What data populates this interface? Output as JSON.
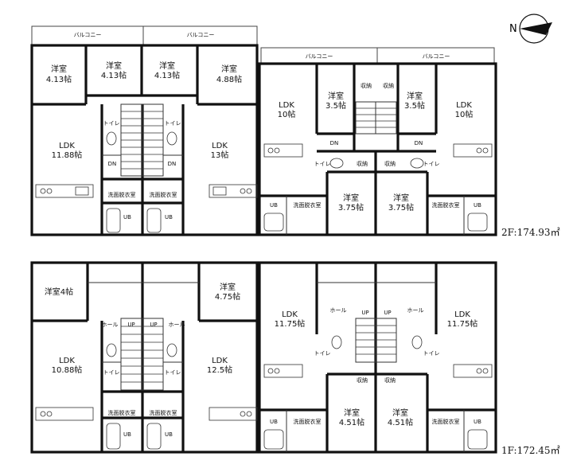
{
  "compass": {
    "label": "N"
  },
  "floors": [
    {
      "area_label": "2F:174.93㎡",
      "balconies": [
        "バルコニー",
        "バルコニー",
        "バルコニー",
        "バルコニー"
      ],
      "rooms": [
        {
          "name": "洋室",
          "size": "4.13帖"
        },
        {
          "name": "洋室",
          "size": "4.13帖"
        },
        {
          "name": "洋室",
          "size": "4.13帖"
        },
        {
          "name": "洋室",
          "size": "4.88帖"
        },
        {
          "name": "LDK",
          "size": "11.88帖"
        },
        {
          "name": "LDK",
          "size": "13帖"
        },
        {
          "name": "LDK",
          "size": "10帖"
        },
        {
          "name": "洋室",
          "size": "3.5帖"
        },
        {
          "name": "洋室",
          "size": "3.5帖"
        },
        {
          "name": "LDK",
          "size": "10帖"
        },
        {
          "name": "洋室",
          "size": "3.75帖"
        },
        {
          "name": "洋室",
          "size": "3.75帖"
        }
      ],
      "small": [
        "トイレ",
        "トイレ",
        "DN",
        "DN",
        "洗面脱衣室",
        "洗面脱衣室",
        "UB",
        "UB",
        "収納",
        "収納",
        "DN",
        "DN",
        "トイレ",
        "トイレ",
        "収納",
        "収納",
        "UB",
        "UB",
        "洗面脱衣室",
        "洗面脱衣室"
      ]
    },
    {
      "area_label": "1F:172.45㎡",
      "rooms": [
        {
          "name": "洋室4帖",
          "size": ""
        },
        {
          "name": "洋室",
          "size": "4.75帖"
        },
        {
          "name": "LDK",
          "size": "10.88帖"
        },
        {
          "name": "LDK",
          "size": "12.5帖"
        },
        {
          "name": "LDK",
          "size": "11.75帖"
        },
        {
          "name": "LDK",
          "size": "11.75帖"
        },
        {
          "name": "洋室",
          "size": "4.51帖"
        },
        {
          "name": "洋室",
          "size": "4.51帖"
        }
      ],
      "small": [
        "ホール",
        "ホール",
        "UP",
        "UP",
        "トイレ",
        "トイレ",
        "洗面脱衣室",
        "洗面脱衣室",
        "UB",
        "UB",
        "ホール",
        "ホール",
        "UP",
        "UP",
        "トイレ",
        "トイレ",
        "収納",
        "収納",
        "UB",
        "UB",
        "洗面脱衣室",
        "洗面脱衣室"
      ]
    }
  ]
}
